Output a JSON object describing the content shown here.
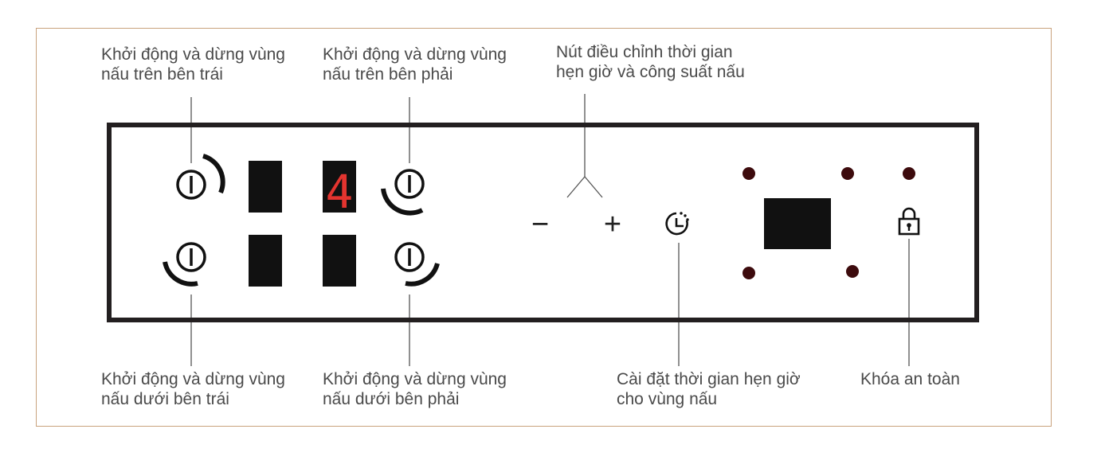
{
  "labels": {
    "top_left": [
      "Khởi động và dừng vùng",
      "nấu trên bên trái"
    ],
    "top_right": [
      "Khởi động và dừng vùng",
      "nấu trên bên phải"
    ],
    "adjust": [
      "Nút điều chỉnh thời gian",
      "hẹn giờ và công suất nấu"
    ],
    "bottom_left": [
      "Khởi động và dừng vùng",
      "nấu dưới bên trái"
    ],
    "bottom_right": [
      "Khởi động và dừng vùng",
      "nấu dưới bên phải"
    ],
    "timer": [
      "Cài đặt thời gian hẹn giờ",
      "cho vùng nấu"
    ],
    "lock": "Khóa an toàn"
  },
  "display": {
    "top_right_digit": "4"
  },
  "controls": {
    "minus": "−",
    "plus": "+"
  },
  "colors": {
    "frame": "#c9a27c",
    "panel_border": "#231f20",
    "label_text": "#4a4a4a",
    "digit": "#e3342f",
    "indicator_dot": "#3d0b0d"
  },
  "icons": [
    "power-icon",
    "timer-icon",
    "lock-icon"
  ]
}
